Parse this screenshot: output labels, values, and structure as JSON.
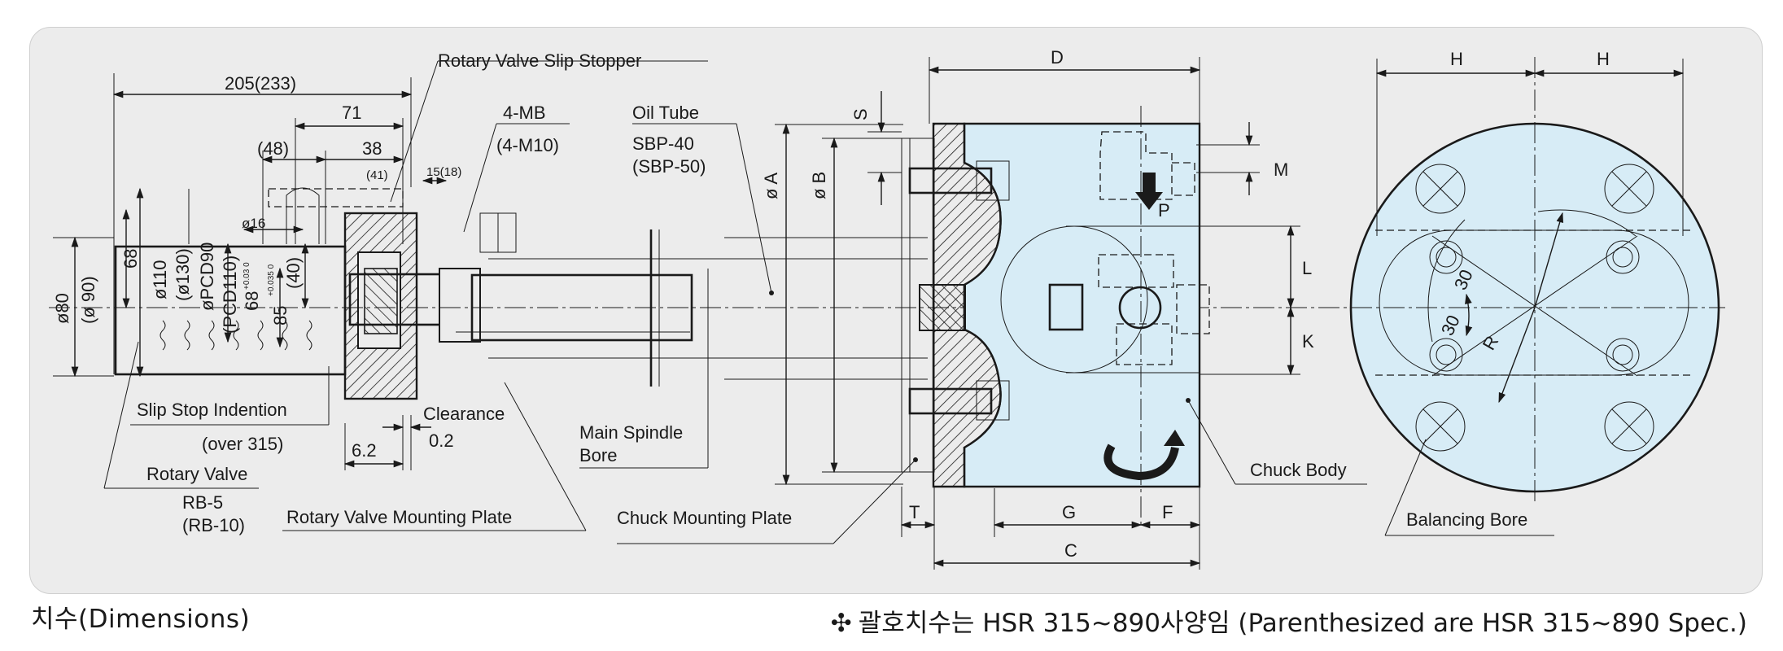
{
  "labels": {
    "rotary_valve_slip_stopper": "Rotary Valve Slip Stopper",
    "four_mb": "4-MB",
    "four_m10": "(4-M10)",
    "oil_tube": "Oil Tube",
    "sbp_40": "SBP-40",
    "sbp_50": "(SBP-50)",
    "slip_stop_indention": "Slip Stop Indention",
    "over_315": "(over 315)",
    "clearance": "Clearance",
    "rotary_valve": "Rotary Valve",
    "rb_5": "RB-5",
    "rb_10": "(RB-10)",
    "rotary_valve_mounting_plate": "Rotary Valve Mounting Plate",
    "main_spindle": "Main Spindle",
    "bore": "Bore",
    "chuck_mounting_plate": "Chuck Mounting Plate",
    "chuck_body": "Chuck Body",
    "balancing_bore": "Balancing Bore"
  },
  "dimensions": {
    "d205": "205(233)",
    "d71": "71",
    "d48": "(48)",
    "d38": "38",
    "d41": "(41)",
    "d15": "15(18)",
    "phi16": "ø16",
    "d68": "68",
    "phi110": "ø110",
    "phi130": "(ø130)",
    "pcd90": "øPCD90",
    "pcd110": "(PCD110)",
    "d68b": "68",
    "tol68": "+0.03 0",
    "d85": "85",
    "tol85": "+0.035 0",
    "d40": "(40)",
    "phi80": "ø80",
    "phi90": "(ø 90)",
    "d6_2": "6.2",
    "d0_2": "0.2",
    "S": "S",
    "phiA": "ø A",
    "phiB": "ø B",
    "D": "D",
    "M": "M",
    "P": "P",
    "L": "L",
    "K": "K",
    "T": "T",
    "G": "G",
    "F": "F",
    "C": "C",
    "H1": "H",
    "H2": "H",
    "R": "R",
    "ang30a": "30",
    "ang30b": "30"
  },
  "captions": {
    "left": "치수(Dimensions)",
    "right_mark": "✣",
    "right": "괄호치수는 HSR 315~890사양임 (Parenthesized are HSR 315~890 Spec.)"
  },
  "colors": {
    "panel": "#ececec",
    "chuck_fill": "#d7ecf6",
    "line": "#1a1a1a"
  }
}
